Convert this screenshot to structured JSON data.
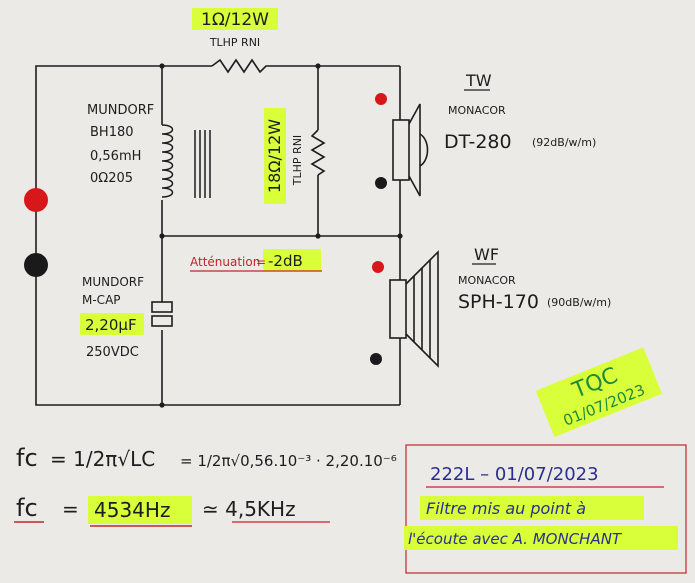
{
  "components": {
    "series_resistor": {
      "value": "1Ω/12W",
      "type": "TLHP RNI"
    },
    "inductor": {
      "brand": "MUNDORF",
      "model": "BH180",
      "value": "0,56mH",
      "resistance": "0Ω205"
    },
    "shunt_resistor": {
      "value": "18Ω/12W",
      "type": "TLHP RNI"
    },
    "capacitor": {
      "brand": "MUNDORF",
      "model": "M-CAP",
      "value": "2,20µF",
      "voltage": "250VDC"
    }
  },
  "attenuation": {
    "label": "Atténuation",
    "value": "-2dB"
  },
  "tweeter": {
    "tag": "TW",
    "brand": "MONACOR",
    "model": "DT-280",
    "sensitivity": "(92dB/w/m)"
  },
  "woofer": {
    "tag": "WF",
    "brand": "MONACOR",
    "model": "SPH-170",
    "sensitivity": "(90dB/w/m)"
  },
  "stamp": {
    "line1": "TQC",
    "line2": "01/07/2023"
  },
  "formula": {
    "fc": "fc",
    "eq1": "= 1/2π√LC",
    "eq2": "= 1/2π√0,56.10⁻³ · 2,20.10⁻⁶",
    "result": "4534Hz",
    "approx": "≃ 4,5KHz"
  },
  "note": {
    "line1": "222L – 01/07/2023",
    "line2": "Filtre mis au point à",
    "line3": "l'écoute avec A. MONCHANT"
  },
  "colors": {
    "highlight": "#d8ff3a",
    "terminal_red": "#d8171b",
    "terminal_black": "#1a1a1a",
    "ink_blue": "#2a2f8f",
    "ink_red": "#c0242f",
    "stamp_green": "#1f8a3a"
  }
}
